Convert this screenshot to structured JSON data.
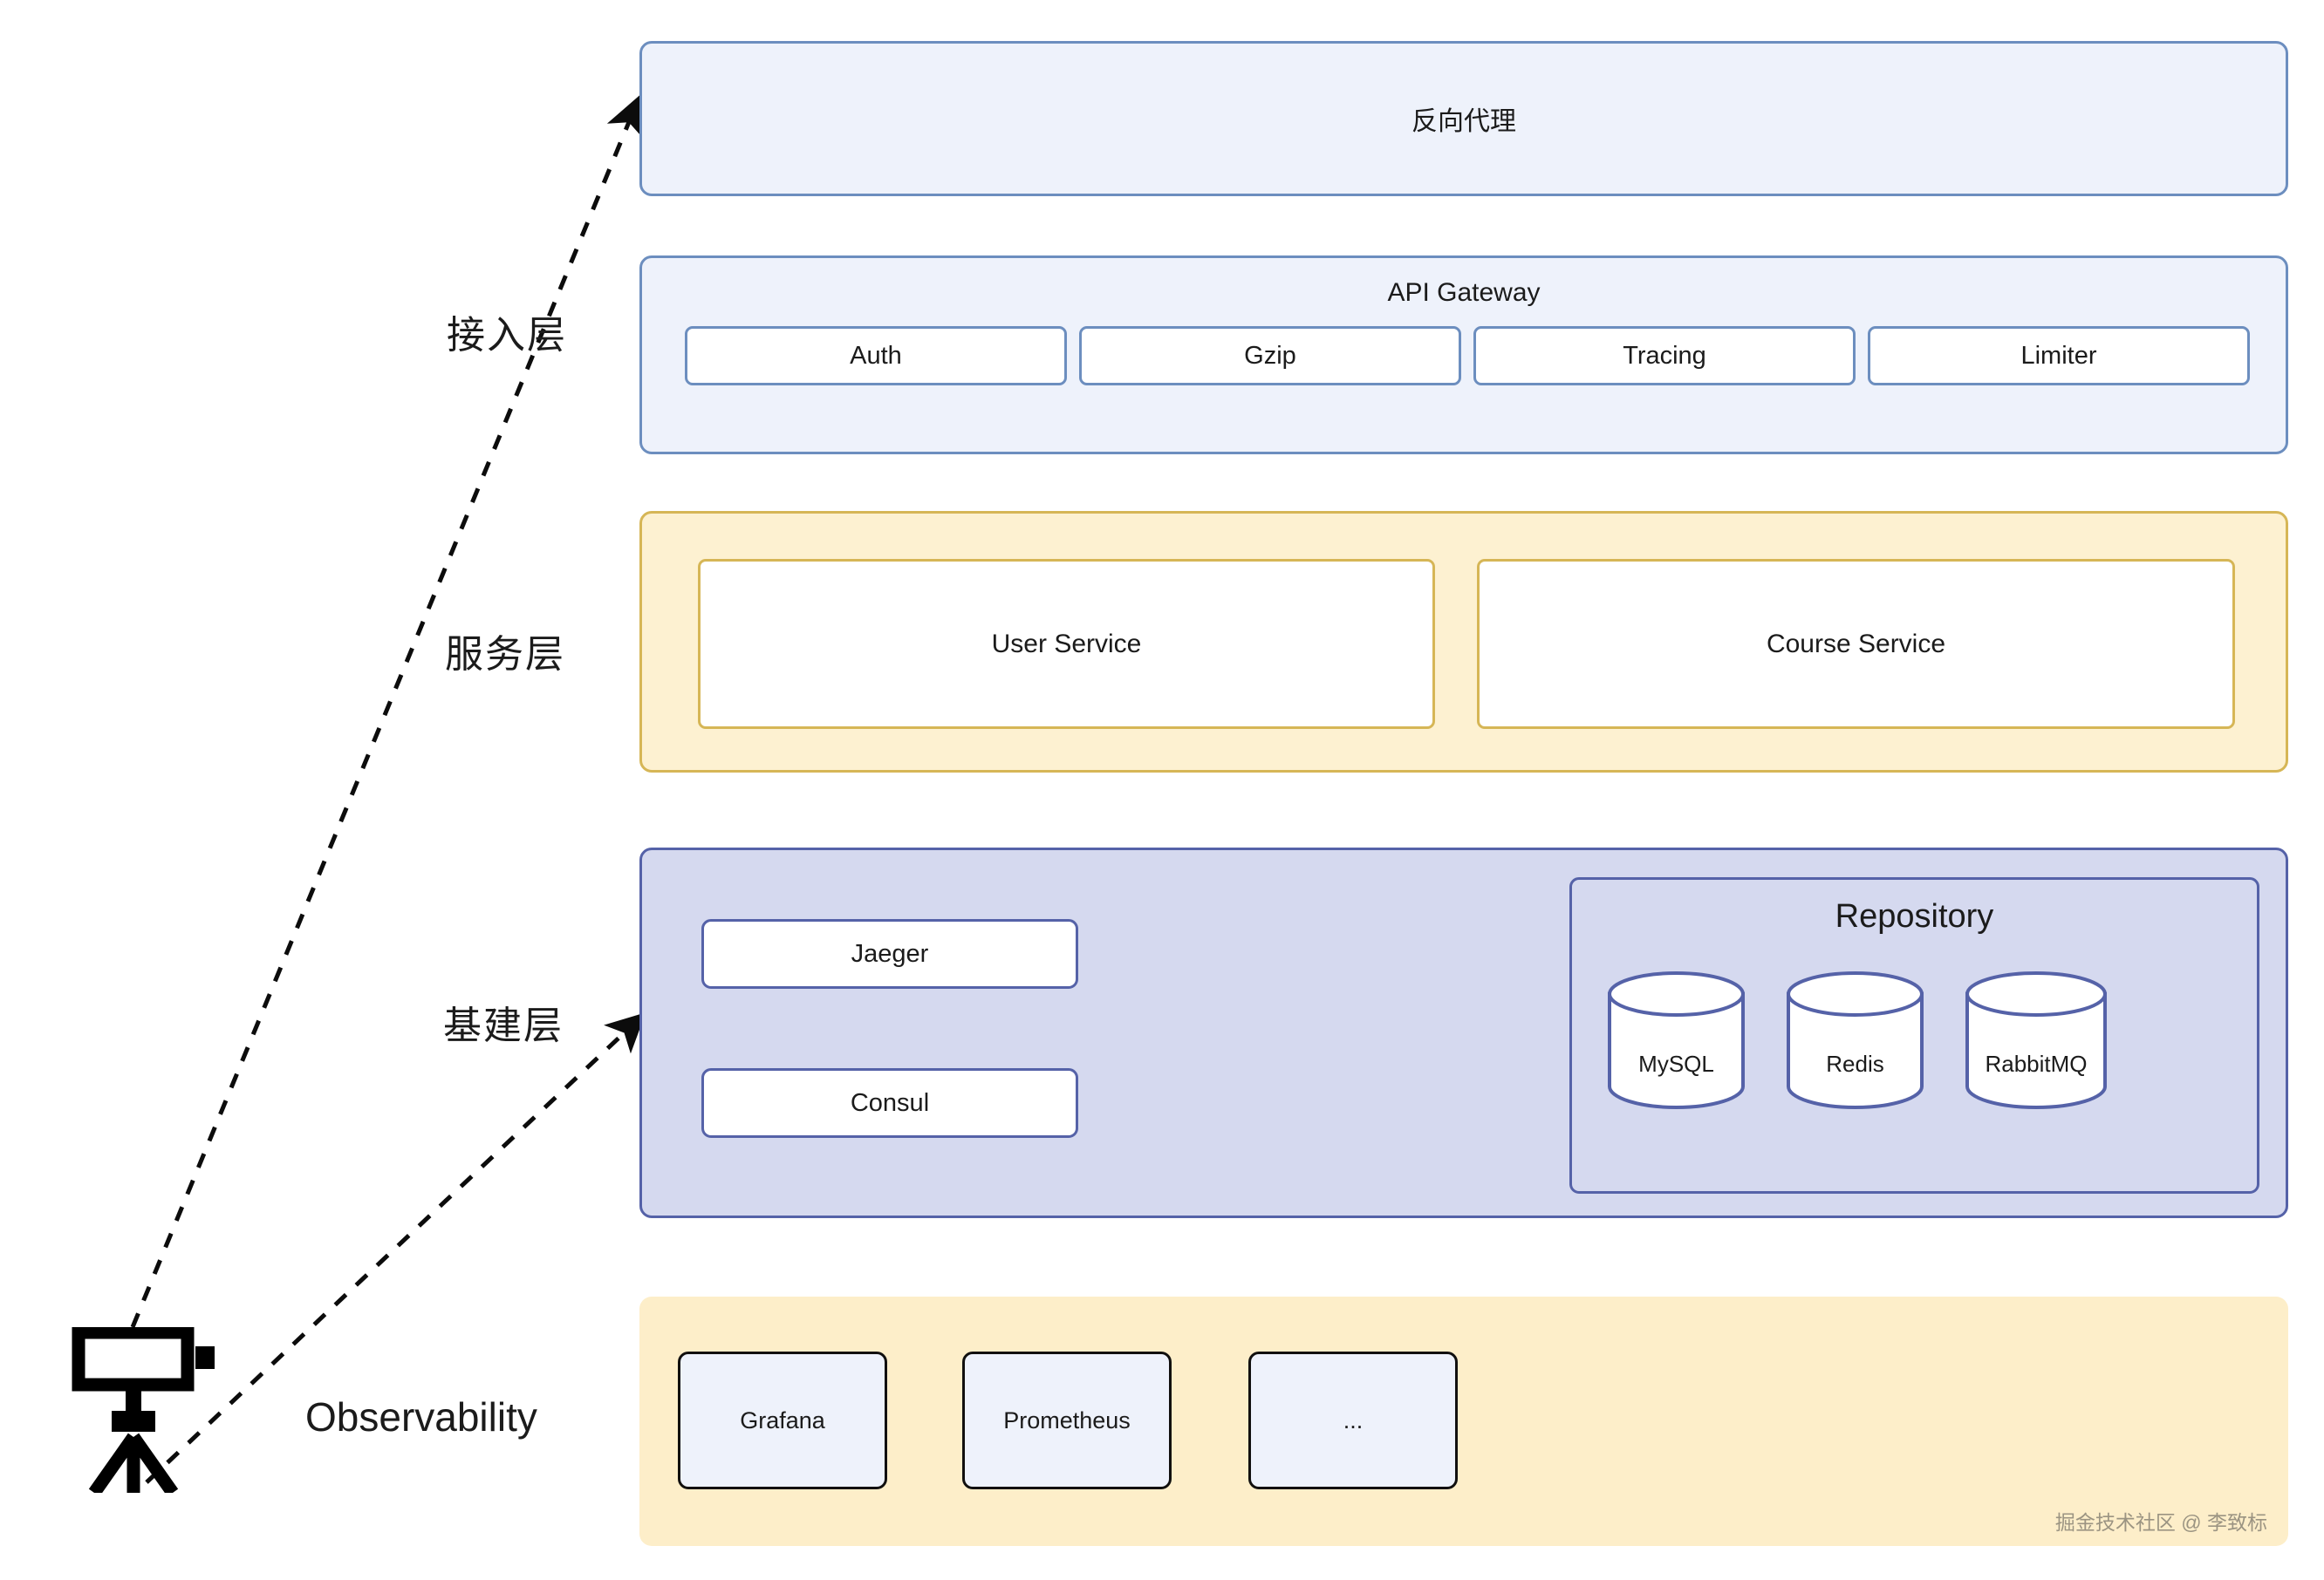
{
  "diagram": {
    "title_watermark": "掘金技术社区 @ 李致标",
    "side_labels": {
      "access": "接入层",
      "service": "服务层",
      "infra": "基建层",
      "observability": "Observability"
    },
    "reverse_proxy": {
      "label": "反向代理",
      "fill": "#eef2fb",
      "stroke": "#6c8ebf"
    },
    "api_gateway": {
      "label": "API Gateway",
      "fill": "#eef2fb",
      "stroke": "#6c8ebf",
      "modules": [
        {
          "label": "Auth"
        },
        {
          "label": "Gzip"
        },
        {
          "label": "Tracing"
        },
        {
          "label": "Limiter"
        }
      ]
    },
    "service_layer": {
      "fill": "#fdf1d1",
      "stroke": "#d6b656",
      "services": [
        {
          "label": "User Service"
        },
        {
          "label": "Course Service"
        }
      ]
    },
    "infra_layer": {
      "fill": "#d5d9ef",
      "stroke": "#5562a8",
      "components": [
        {
          "label": "Jaeger"
        },
        {
          "label": "Consul"
        }
      ],
      "repository": {
        "label": "Repository",
        "stores": [
          {
            "label": "MySQL"
          },
          {
            "label": "Redis"
          },
          {
            "label": "RabbitMQ"
          }
        ]
      }
    },
    "observability_layer": {
      "fill": "#fdeec9",
      "stroke": "#11100f",
      "tools": [
        {
          "label": "Grafana"
        },
        {
          "label": "Prometheus"
        },
        {
          "label": "..."
        }
      ]
    },
    "icons": {
      "camera": "surveillance-camera-tripod-icon"
    }
  }
}
